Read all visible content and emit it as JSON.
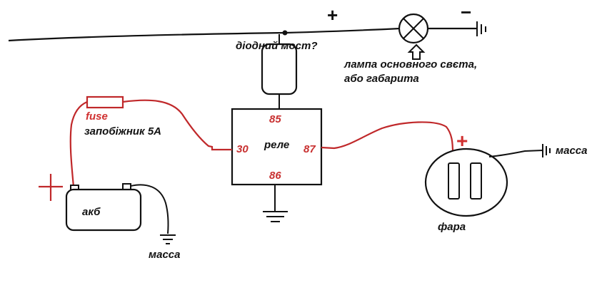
{
  "colors": {
    "wire_black": "#111111",
    "wire_red": "#c0282a",
    "text_red": "#d03030",
    "background": "#ffffff"
  },
  "labels": {
    "diode_bridge": "діодний мост?",
    "lamp_line1": "лампа основного свєта,",
    "lamp_line2": "або габарита",
    "fuse": "fuse",
    "fuse_rating": "запобіжник 5А",
    "relay": "реле",
    "battery": "акб",
    "headlight": "фара",
    "ground_battery": "масса",
    "ground_headlight": "масса"
  },
  "relay_pins": {
    "pin_85": "85",
    "pin_86": "86",
    "pin_30": "30",
    "pin_87": "87"
  },
  "polarity": {
    "top_plus": "+",
    "top_minus": "−",
    "battery_plus": "+",
    "headlight_plus": "+"
  }
}
